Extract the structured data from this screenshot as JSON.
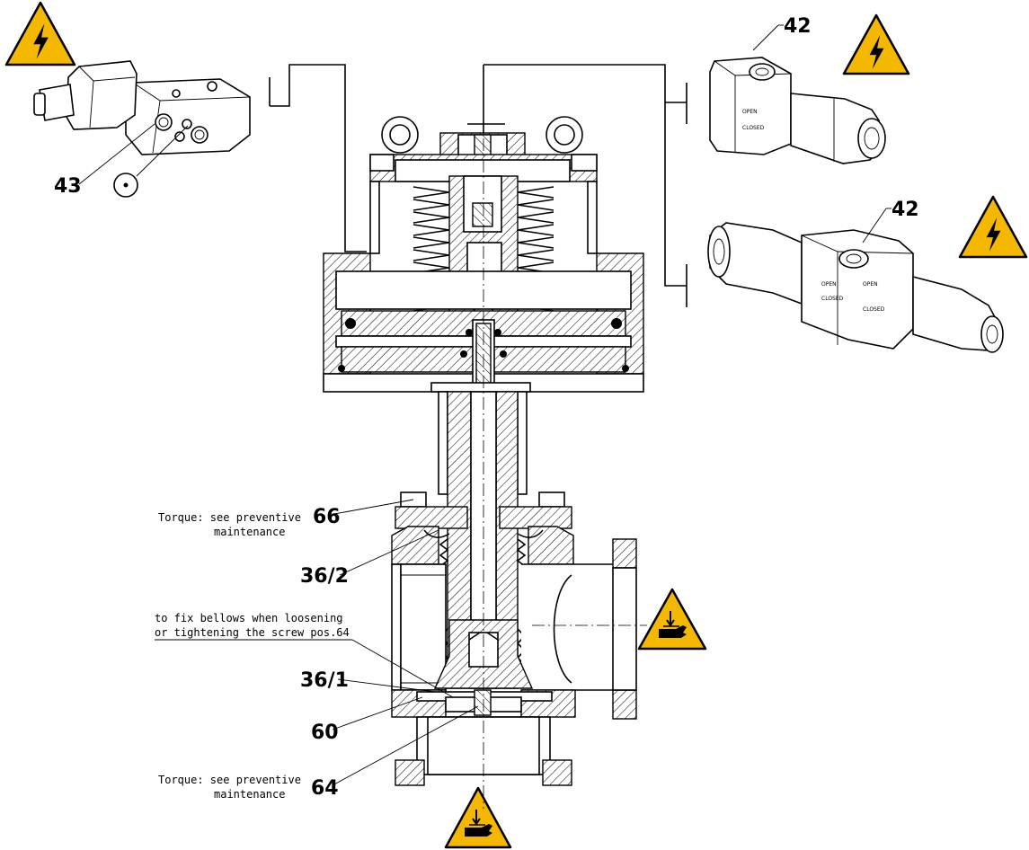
{
  "labels": {
    "p43": "43",
    "p42_top": "42",
    "p42_bottom": "42",
    "p66": "66",
    "p36_2": "36/2",
    "p36_1": "36/1",
    "p60": "60",
    "p64": "64"
  },
  "notes": {
    "torque_66_line1": "Torque: see preventive",
    "torque_66_line2": "maintenance",
    "bellows_line1": "to fix bellows when loosening",
    "bellows_line2": "or tightening the screw pos.64",
    "torque_64_line1": "Torque: see preventive",
    "torque_64_line2": "maintenance"
  },
  "actuator_labels": {
    "open": "OPEN",
    "closed": "CLOSED"
  },
  "colors": {
    "warning_yellow": "#f5b800",
    "line": "#000000",
    "background": "#ffffff"
  },
  "icons": {
    "electric_hazard": "high-voltage-warning-icon",
    "hand_crush": "hand-crush-warning-icon"
  }
}
